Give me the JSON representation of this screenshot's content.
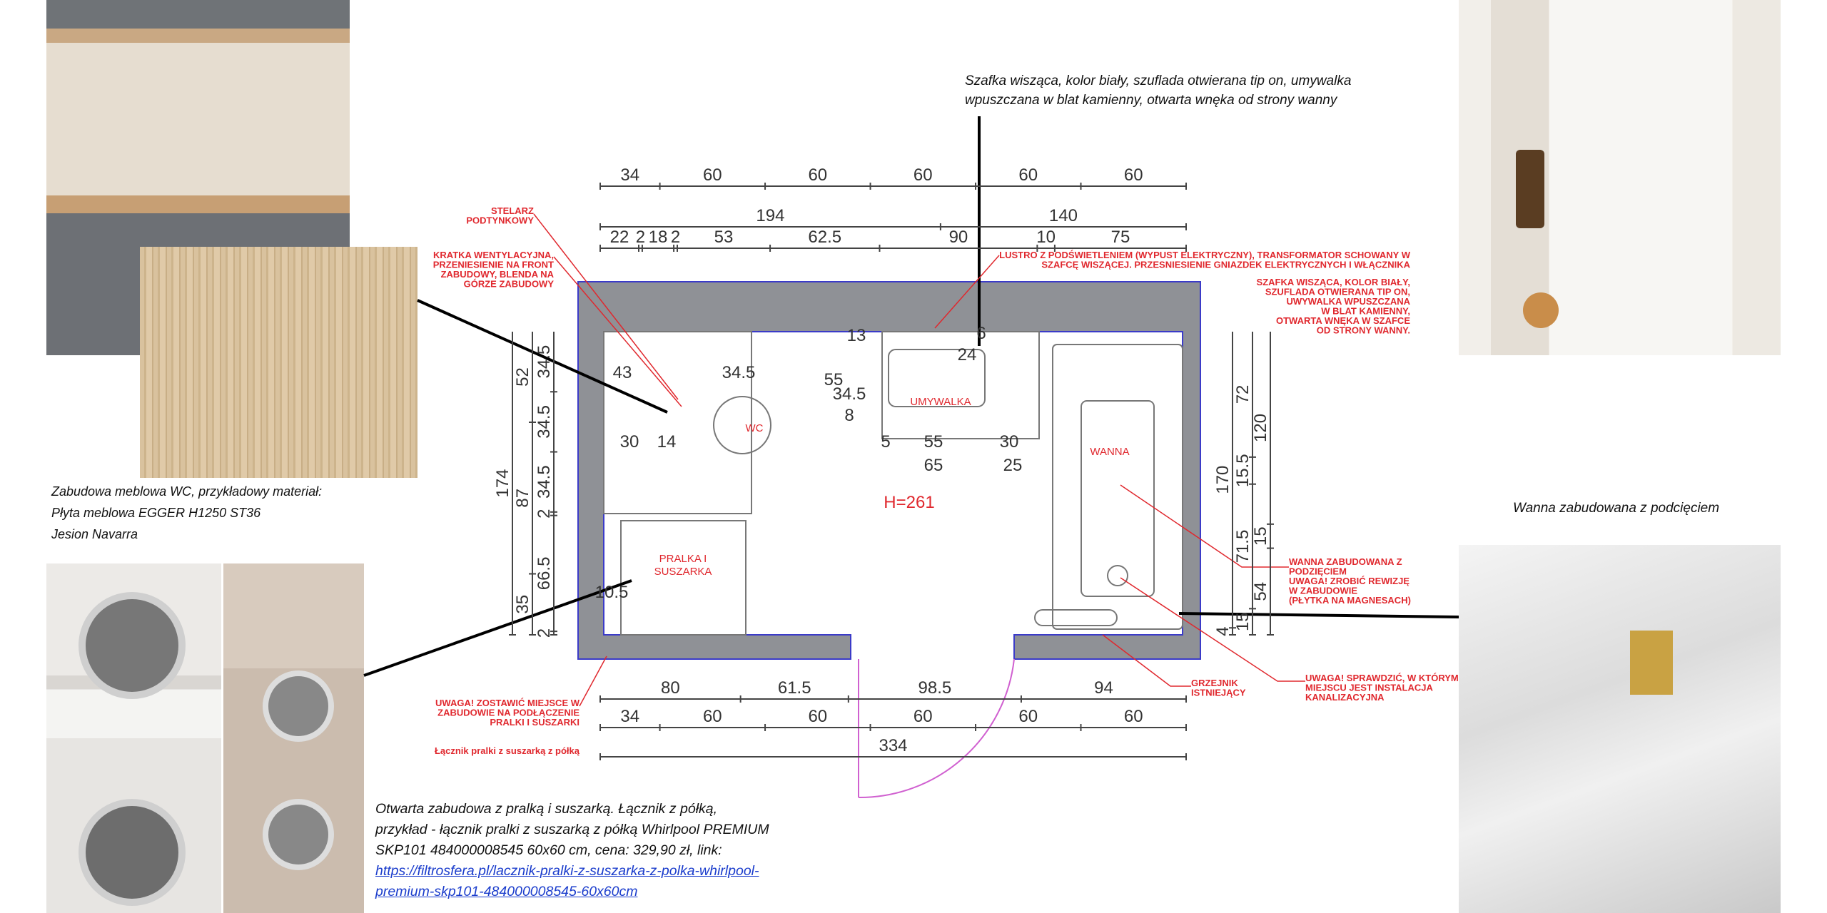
{
  "notes": {
    "top_cabinet": [
      "Szafka wisząca, kolor biały, szuflada otwierana tip on, umywalka",
      "wpuszczana w blat kamienny, otwarta wnęka od strony wanny"
    ],
    "wc_title": "Zabudowa meblowa WC, przykładowy materiał:",
    "wc_material": [
      "Płyta meblowa EGGER H1250 ST36",
      "Jesion Navarra"
    ],
    "bathtub": "Wanna zabudowana z podcięciem",
    "laundry": [
      "Otwarta zabudowa z pralką i suszarką. Łącznik z półką,",
      "przykład - łącznik pralki z suszarką z półką Whirlpool PREMIUM",
      "SKP101 484000008545 60x60 cm, cena: 329,90 zł, link:"
    ],
    "laundry_link": [
      "https://filtrosfera.pl/lacznik-pralki-z-suszarka-z-polka-whirlpool-",
      "premium-skp101-484000008545-60x60cm"
    ]
  },
  "plan": {
    "rooms": {
      "wc": "WC",
      "sink": "UMYWALKA",
      "tub": "WANNA",
      "laundry": [
        "PRALKA I",
        "SUSZARKA"
      ],
      "height": "H=261"
    },
    "annotations": {
      "stelarz": [
        "STELARZ",
        "PODTYNKOWY"
      ],
      "kratka": [
        "KRATKA WENTYLACYJNA,",
        "PRZENIESIENIE NA FRONT",
        "ZABUDOWY, BLENDA NA",
        "GÓRZE ZABUDOWY"
      ],
      "lustro": [
        "LUSTRO Z PODŚWIETLENIEM (WYPUST ELEKTRYCZNY), TRANSFORMATOR SCHOWANY W",
        "SZAFCĘ WISZĄCEJ. PRZESNIESIENIE GNIAZDEK ELEKTRYCZNYCH I WŁĄCZNIKA"
      ],
      "szafka": [
        "SZAFKA WISZĄCA, KOLOR BIAŁY,",
        "SZUFLADA OTWIERANA TIP ON,",
        "UWYWALKA WPUSZCZANA",
        "W BLAT KAMIENNY,",
        "OTWARTA WNĘKA W SZAFCE",
        "OD STRONY WANNY."
      ],
      "wanna": [
        "WANNA ZABUDOWANA Z",
        "PODZIĘCIEM",
        "UWAGA! ZROBIĆ REWIZJĘ",
        "W ZABUDOWIE",
        "(PŁYTKA NA MAGNESACH)"
      ],
      "grzejnik": [
        "GRZEJNIK",
        "ISTNIEJĄCY"
      ],
      "kanalizacja": [
        "UWAGA! SPRAWDZIĆ, W KTÓRYM",
        "MIEJSCU JEST INSTALACJA",
        "KANALIZACYJNA"
      ],
      "pralka": [
        "UWAGA! ZOSTAWIĆ MIEJSCE W",
        "ZABUDOWIE NA PODŁĄCZENIE",
        "PRALKI I SUSZARKI"
      ],
      "lacznik": [
        "Łącznik pralki z suszarką z półką"
      ]
    },
    "dims_top": [
      [
        34,
        60,
        60,
        60,
        60,
        60
      ],
      [
        194,
        140
      ],
      [
        22,
        2,
        18,
        2,
        53,
        62.5,
        90,
        10,
        75
      ]
    ],
    "dims_bottom": [
      [
        80,
        61.5,
        98.5,
        94
      ],
      [
        34,
        60,
        60,
        60,
        60,
        60
      ],
      [
        334
      ]
    ],
    "dims_left": [
      [
        174
      ],
      [
        52,
        87,
        35
      ],
      [
        34.5,
        34.5,
        34.5,
        2,
        66.5,
        2
      ]
    ],
    "dims_right": [
      [
        170,
        4
      ],
      [
        72,
        15.5,
        71.5,
        15
      ],
      [
        120,
        15,
        54
      ]
    ],
    "inner_dims": [
      "43",
      "34.5",
      "30",
      "14",
      "55",
      "34.5",
      "8",
      "13",
      "24",
      "6",
      "5",
      "55",
      "30",
      "65",
      "25",
      "10.5"
    ]
  },
  "colors": {
    "wall": "#8f9196",
    "annotation": "#e0282e",
    "outline": "#3b3bc8",
    "door": "#d060d0"
  }
}
